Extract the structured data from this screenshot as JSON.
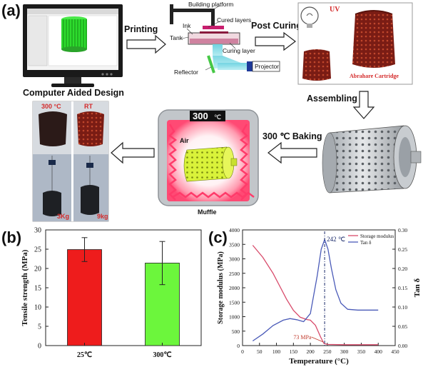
{
  "panels": {
    "a": "(a)",
    "b": "(b)",
    "c": "(c)"
  },
  "top": {
    "cad_label": "Computer Aided Design",
    "printing": "Printing",
    "post_curing": "Post Curing",
    "assembling": "Assembling",
    "baking": "300 ℃ Baking",
    "building_platform": "Building platform",
    "cured_layers": "Cured layers",
    "ink": "Ink",
    "tank": "Tank",
    "curing_layer": "Curing layer",
    "reflector": "Reflector",
    "projector": "Projector",
    "uv": "UV",
    "cartridge_caption": "Abrahare Cartridge",
    "muffle": "Muffle",
    "display": "300",
    "display_unit": "℃",
    "air": "Air",
    "photo_label_hot": "300 °C",
    "photo_label_rt": "RT",
    "photo_weight_left": "3Kg",
    "photo_weight_right": "9kg"
  },
  "colors": {
    "bar_25": "#ee1c1c",
    "bar_300": "#6cf63c",
    "storage_line": "#d84a6a",
    "tan_line": "#4a5ab8",
    "accent_red": "#d42a2a"
  },
  "chart_data": [
    {
      "type": "bar",
      "categories": [
        "25℃",
        "300℃"
      ],
      "values": [
        24.9,
        21.4
      ],
      "errors": [
        3.1,
        5.6
      ],
      "ylabel": "Tensile strength (MPa)",
      "ylim": [
        0,
        30
      ],
      "yticks": [
        0,
        5,
        10,
        15,
        20,
        25,
        30
      ],
      "grid": false
    },
    {
      "type": "line",
      "xlabel": "Temperature (°C)",
      "ylabel": "Storage modulus (MPa)",
      "ylabel_right": "Tan δ",
      "xlim": [
        0,
        450
      ],
      "ylim": [
        0,
        4000
      ],
      "ylim_right": [
        0,
        0.3
      ],
      "xticks": [
        0,
        50,
        100,
        150,
        200,
        250,
        300,
        350,
        400,
        450
      ],
      "yticks": [
        0,
        500,
        1000,
        1500,
        2000,
        2500,
        3000,
        3500,
        4000
      ],
      "yticks_right": [
        "0.00",
        "0.05",
        "0.10",
        "0.15",
        "0.20",
        "0.25",
        "0.30"
      ],
      "legend": "top-right",
      "annotations": [
        "242 ℃",
        "73 MPa"
      ],
      "series": [
        {
          "name": "Storage modulus",
          "axis": "left",
          "x": [
            30,
            60,
            90,
            110,
            130,
            150,
            170,
            190,
            200,
            215,
            230,
            240,
            250,
            300,
            350,
            400
          ],
          "y": [
            3470,
            3050,
            2500,
            2050,
            1600,
            1220,
            980,
            900,
            880,
            700,
            300,
            73,
            40,
            30,
            30,
            30
          ]
        },
        {
          "name": "Tan δ",
          "axis": "right",
          "x": [
            30,
            60,
            90,
            120,
            140,
            160,
            180,
            200,
            220,
            232,
            242,
            252,
            262,
            275,
            290,
            310,
            340,
            370,
            400
          ],
          "y": [
            0.012,
            0.03,
            0.052,
            0.066,
            0.07,
            0.067,
            0.062,
            0.083,
            0.18,
            0.25,
            0.275,
            0.25,
            0.2,
            0.145,
            0.11,
            0.094,
            0.092,
            0.092,
            0.092
          ]
        }
      ]
    }
  ]
}
